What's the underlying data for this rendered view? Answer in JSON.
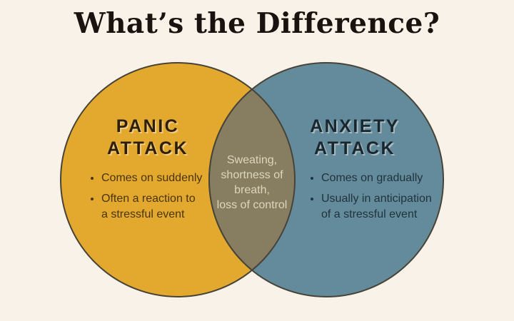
{
  "title": "What’s the Difference?",
  "palette": {
    "background": "#f9f2e8",
    "panic_circle": "#e3a82e",
    "anxiety_circle": "#648b9b",
    "overlap": "#877e62",
    "outline": "#474337",
    "title_text": "#18130e",
    "panic_text": "#49350b",
    "anxiety_text": "#20333d",
    "overlap_text": "#ddd6bd"
  },
  "venn": {
    "left": {
      "heading": [
        "PANIC",
        "ATTACK"
      ],
      "bullets": [
        "Comes on suddenly",
        "Often a reaction to\na stressful event"
      ]
    },
    "overlap": {
      "lines": [
        "Sweating,",
        "shortness of",
        "breath,",
        "loss of control"
      ]
    },
    "right": {
      "heading": [
        "ANXIETY",
        "ATTACK"
      ],
      "bullets": [
        "Comes on gradually",
        "Usually in anticipation\nof a stressful event"
      ]
    }
  }
}
